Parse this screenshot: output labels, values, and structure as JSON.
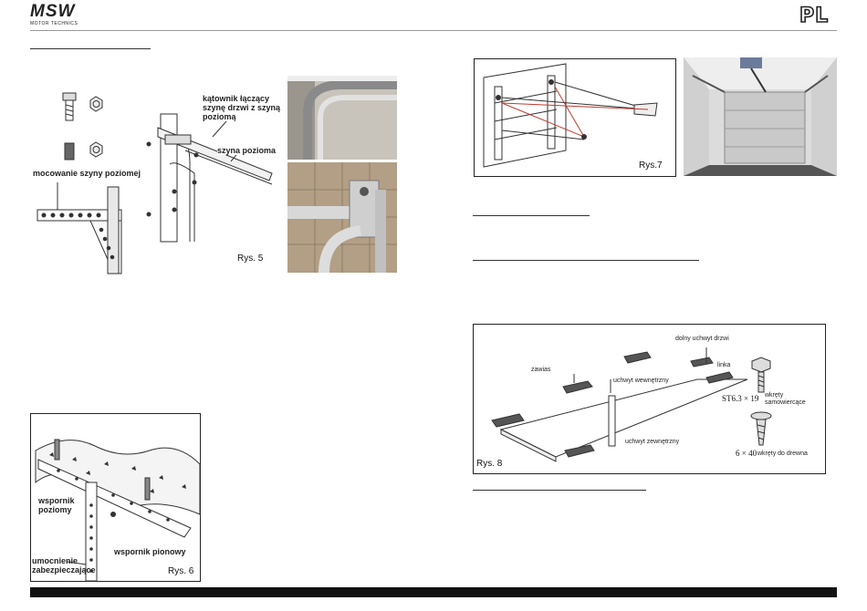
{
  "header": {
    "logo_text": "MSW",
    "logo_subtext": "MOTOR TECHNICS",
    "language": "PL"
  },
  "figures": {
    "rys5": {
      "caption": "Rys. 5",
      "label_connector": "kątownik łączący szynę drzwi z szyną poziomą",
      "label_rail": "szyna pozioma",
      "label_mount": "mocowanie szyny poziomej"
    },
    "rys6": {
      "caption": "Rys. 6",
      "label_horizontal": "wspornik poziomy",
      "label_vertical": "wspornik pionowy",
      "label_reinforcement": "umocnienie zabezpieczające"
    },
    "rys7": {
      "caption": "Rys.7"
    },
    "rys8": {
      "caption": "Rys. 8",
      "label_bottom_handle": "dolny uchwyt drzwi",
      "label_hinge": "zawias",
      "label_cable": "linka",
      "label_inner_handle": "uchwyt wewnętrzny",
      "label_outer_handle": "uchwyt zewnętrzny",
      "label_screw1_size": "ST6.3 × 19",
      "label_screw1": "wkręty samowiercące",
      "label_screw2_size": "6 × 40",
      "label_screw2": "wkręty do drewna"
    }
  },
  "colors": {
    "text": "#111111",
    "footer": "#111111",
    "rule": "#999999",
    "accent_line": "#c0392b"
  }
}
